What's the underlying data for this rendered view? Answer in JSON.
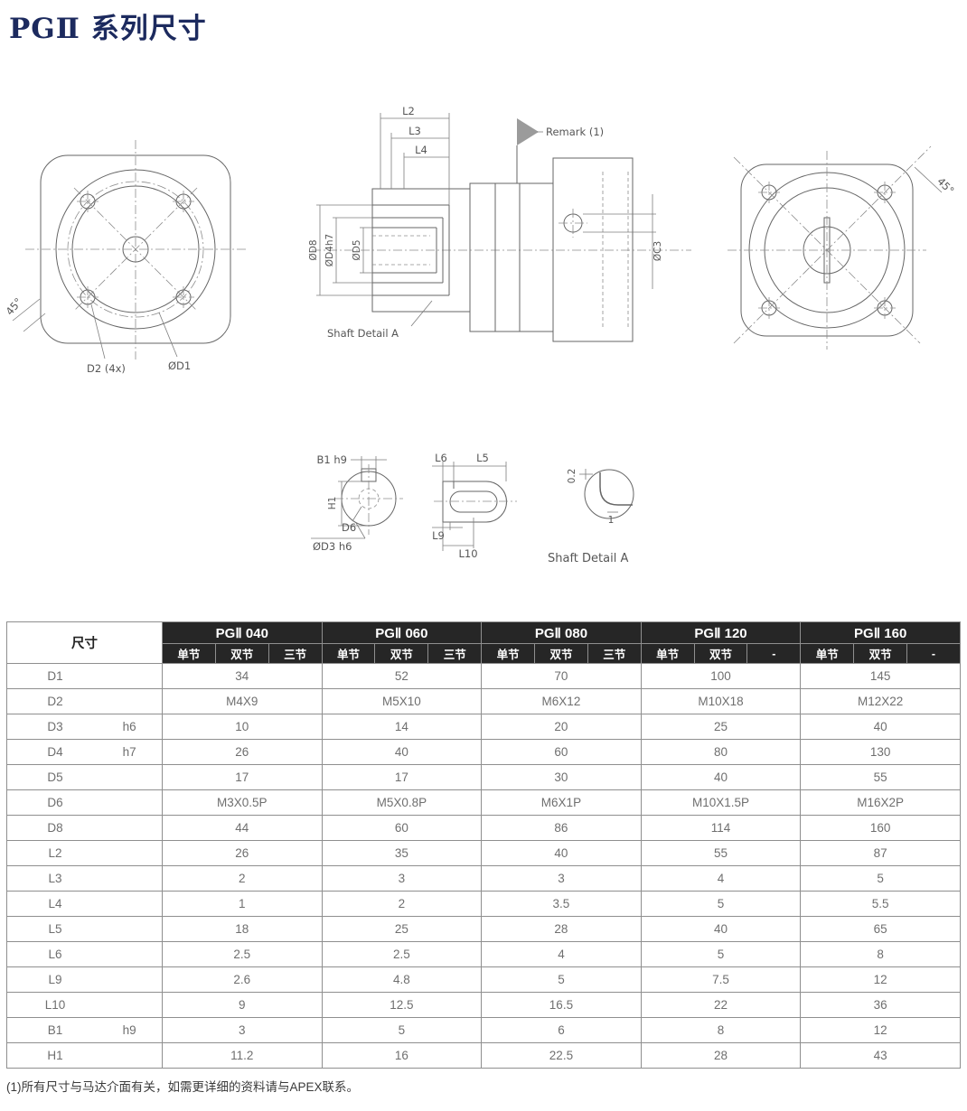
{
  "page": {
    "title": "PGⅡ 系列尺寸",
    "footnote": "(1)所有尺寸与马达介面有关，如需更详细的资料请与APEX联系。"
  },
  "drawings": {
    "front": {
      "d2_label": "D2 (4x)",
      "d1_label": "ØD1",
      "angle_label": "45°"
    },
    "side": {
      "l2": "L2",
      "l3": "L3",
      "l4": "L4",
      "d8": "ØD8",
      "d4": "ØD4h7",
      "d5": "ØD5",
      "c3": "ØC3",
      "remark": "Remark (1)",
      "shaft_detail": "Shaft Detail A"
    },
    "rear": {
      "angle_label": "45°"
    },
    "detail": {
      "b1": "B1 h9",
      "h1": "H1",
      "d6": "D6",
      "d3": "ØD3 h6",
      "l6": "L6",
      "l5": "L5",
      "l9": "L9",
      "l10": "L10",
      "chamfer_depth": "0.2",
      "chamfer_width": "1",
      "caption": "Shaft  Detail  A"
    }
  },
  "table": {
    "corner_label": "尺寸",
    "groups": [
      {
        "name": "PGⅡ 040",
        "cols": [
          "单节",
          "双节",
          "三节"
        ]
      },
      {
        "name": "PGⅡ 060",
        "cols": [
          "单节",
          "双节",
          "三节"
        ]
      },
      {
        "name": "PGⅡ 080",
        "cols": [
          "单节",
          "双节",
          "三节"
        ]
      },
      {
        "name": "PGⅡ 120",
        "cols": [
          "单节",
          "双节",
          "-"
        ]
      },
      {
        "name": "PGⅡ 160",
        "cols": [
          "单节",
          "双节",
          "-"
        ]
      }
    ],
    "rows": [
      {
        "dim": "D1",
        "tol": "",
        "values": [
          "34",
          "52",
          "70",
          "100",
          "145"
        ]
      },
      {
        "dim": "D2",
        "tol": "",
        "values": [
          "M4X9",
          "M5X10",
          "M6X12",
          "M10X18",
          "M12X22"
        ]
      },
      {
        "dim": "D3",
        "tol": "h6",
        "values": [
          "10",
          "14",
          "20",
          "25",
          "40"
        ]
      },
      {
        "dim": "D4",
        "tol": "h7",
        "values": [
          "26",
          "40",
          "60",
          "80",
          "130"
        ]
      },
      {
        "dim": "D5",
        "tol": "",
        "values": [
          "17",
          "17",
          "30",
          "40",
          "55"
        ]
      },
      {
        "dim": "D6",
        "tol": "",
        "values": [
          "M3X0.5P",
          "M5X0.8P",
          "M6X1P",
          "M10X1.5P",
          "M16X2P"
        ]
      },
      {
        "dim": "D8",
        "tol": "",
        "values": [
          "44",
          "60",
          "86",
          "114",
          "160"
        ]
      },
      {
        "dim": "L2",
        "tol": "",
        "values": [
          "26",
          "35",
          "40",
          "55",
          "87"
        ]
      },
      {
        "dim": "L3",
        "tol": "",
        "values": [
          "2",
          "3",
          "3",
          "4",
          "5"
        ]
      },
      {
        "dim": "L4",
        "tol": "",
        "values": [
          "1",
          "2",
          "3.5",
          "5",
          "5.5"
        ]
      },
      {
        "dim": "L5",
        "tol": "",
        "values": [
          "18",
          "25",
          "28",
          "40",
          "65"
        ]
      },
      {
        "dim": "L6",
        "tol": "",
        "values": [
          "2.5",
          "2.5",
          "4",
          "5",
          "8"
        ]
      },
      {
        "dim": "L9",
        "tol": "",
        "values": [
          "2.6",
          "4.8",
          "5",
          "7.5",
          "12"
        ]
      },
      {
        "dim": "L10",
        "tol": "",
        "values": [
          "9",
          "12.5",
          "16.5",
          "22",
          "36"
        ]
      },
      {
        "dim": "B1",
        "tol": "h9",
        "values": [
          "3",
          "5",
          "6",
          "8",
          "12"
        ]
      },
      {
        "dim": "H1",
        "tol": "",
        "values": [
          "11.2",
          "16",
          "22.5",
          "28",
          "43"
        ]
      }
    ]
  }
}
